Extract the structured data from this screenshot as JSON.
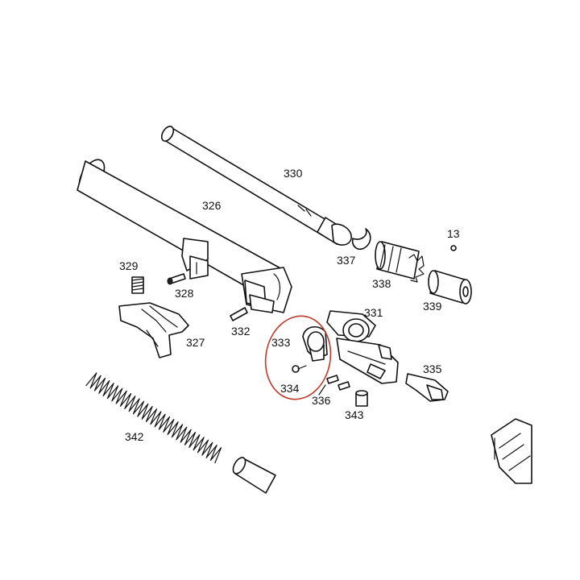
{
  "diagram": {
    "part_labels": [
      {
        "id": "330",
        "text": "330"
      },
      {
        "id": "326",
        "text": "326"
      },
      {
        "id": "13",
        "text": "13"
      },
      {
        "id": "337",
        "text": "337"
      },
      {
        "id": "338",
        "text": "338"
      },
      {
        "id": "339",
        "text": "339"
      },
      {
        "id": "329",
        "text": "329"
      },
      {
        "id": "328",
        "text": "328"
      },
      {
        "id": "331",
        "text": "331"
      },
      {
        "id": "332",
        "text": "332"
      },
      {
        "id": "327",
        "text": "327"
      },
      {
        "id": "333",
        "text": "333"
      },
      {
        "id": "335",
        "text": "335"
      },
      {
        "id": "334",
        "text": "334"
      },
      {
        "id": "336",
        "text": "336"
      },
      {
        "id": "343",
        "text": "343"
      },
      {
        "id": "342",
        "text": "342"
      }
    ],
    "colors": {
      "line": "#111111",
      "highlight_circle": "#c0392b",
      "background": "#ffffff"
    }
  }
}
